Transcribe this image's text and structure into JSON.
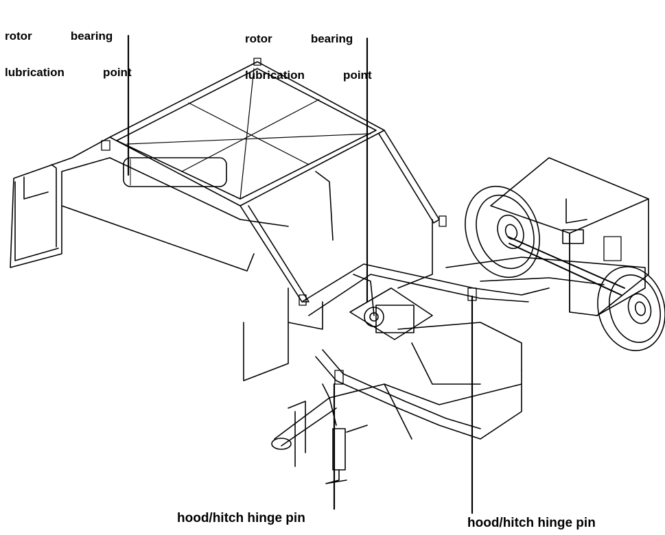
{
  "figure": {
    "labels": {
      "rotor_bearing_left": {
        "line1": "rotor   bearing",
        "line2": "lubrication   point"
      },
      "rotor_bearing_center": {
        "line1": "rotor   bearing",
        "line2": "lubrication   point"
      },
      "hinge_pin_left": "hood/hitch hinge pin",
      "hinge_pin_right": "hood/hitch hinge pin"
    },
    "colors": {
      "ink": "#000000",
      "paper": "#ffffff"
    }
  }
}
